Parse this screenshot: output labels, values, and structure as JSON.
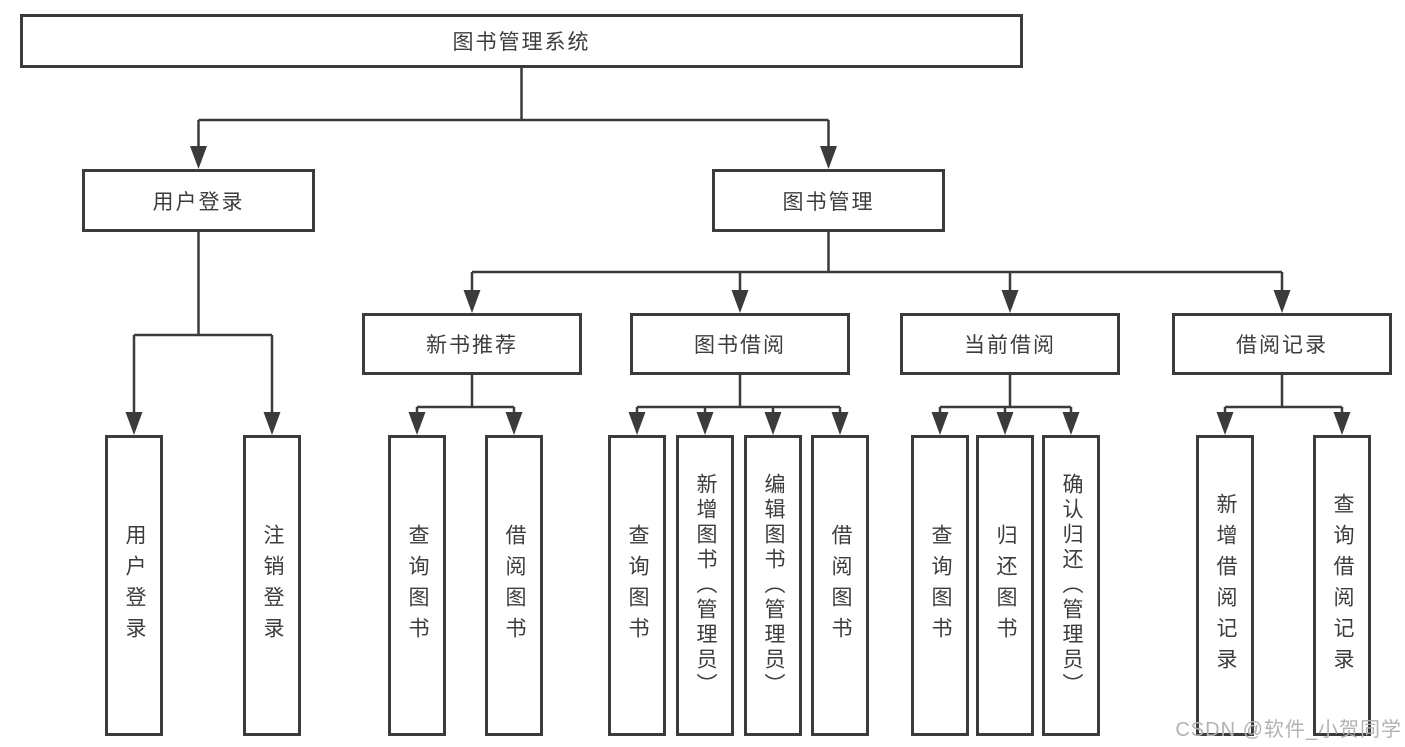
{
  "diagram": {
    "type": "tree",
    "root": {
      "label": "图书管理系统",
      "children": [
        {
          "label": "用户登录",
          "children": [
            {
              "label": "用户登录"
            },
            {
              "label": "注销登录"
            }
          ]
        },
        {
          "label": "图书管理",
          "children": [
            {
              "label": "新书推荐",
              "children": [
                {
                  "label": "查询图书"
                },
                {
                  "label": "借阅图书"
                }
              ]
            },
            {
              "label": "图书借阅",
              "children": [
                {
                  "label": "查询图书"
                },
                {
                  "label": "新增图书（管理员）"
                },
                {
                  "label": "编辑图书（管理员）"
                },
                {
                  "label": "借阅图书"
                }
              ]
            },
            {
              "label": "当前借阅",
              "children": [
                {
                  "label": "查询图书"
                },
                {
                  "label": "归还图书"
                },
                {
                  "label": "确认归还（管理员）"
                }
              ]
            },
            {
              "label": "借阅记录",
              "children": [
                {
                  "label": "新增借阅记录"
                },
                {
                  "label": "查询借阅记录"
                }
              ]
            }
          ]
        }
      ]
    },
    "colors": {
      "line": "#3b3b3b",
      "text": "#3d3d3d",
      "box_background": "#ffffff",
      "watermark": "#b3b3b3"
    }
  },
  "watermark": {
    "text": "CSDN @软件_小贺同学"
  }
}
